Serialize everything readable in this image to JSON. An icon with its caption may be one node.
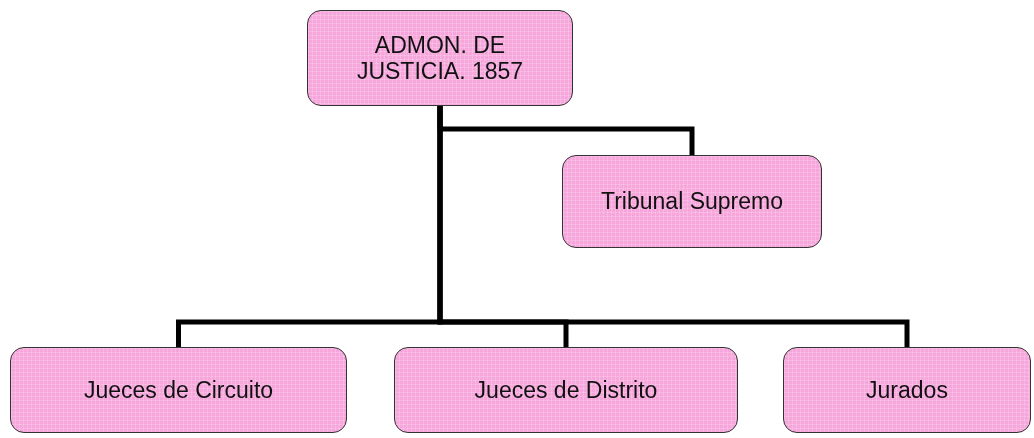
{
  "diagram": {
    "nodes": [
      {
        "text": [
          "ADMON. DE JUSTICIA. 1857"
        ]
      },
      {
        "text": [
          "Tribunal Supremo"
        ]
      },
      {
        "text": [
          "Jueces de Circuito"
        ]
      },
      {
        "text": [
          "Jueces de Distrito"
        ]
      },
      {
        "text": [
          "Jurados"
        ]
      }
    ],
    "edges": [
      {
        "from": 0,
        "to": 1,
        "arrow": "none"
      },
      {
        "from": 0,
        "to": 2,
        "arrow": "none"
      },
      {
        "from": 0,
        "to": 3,
        "arrow": "none"
      },
      {
        "from": 0,
        "to": 4,
        "arrow": "none"
      }
    ]
  }
}
